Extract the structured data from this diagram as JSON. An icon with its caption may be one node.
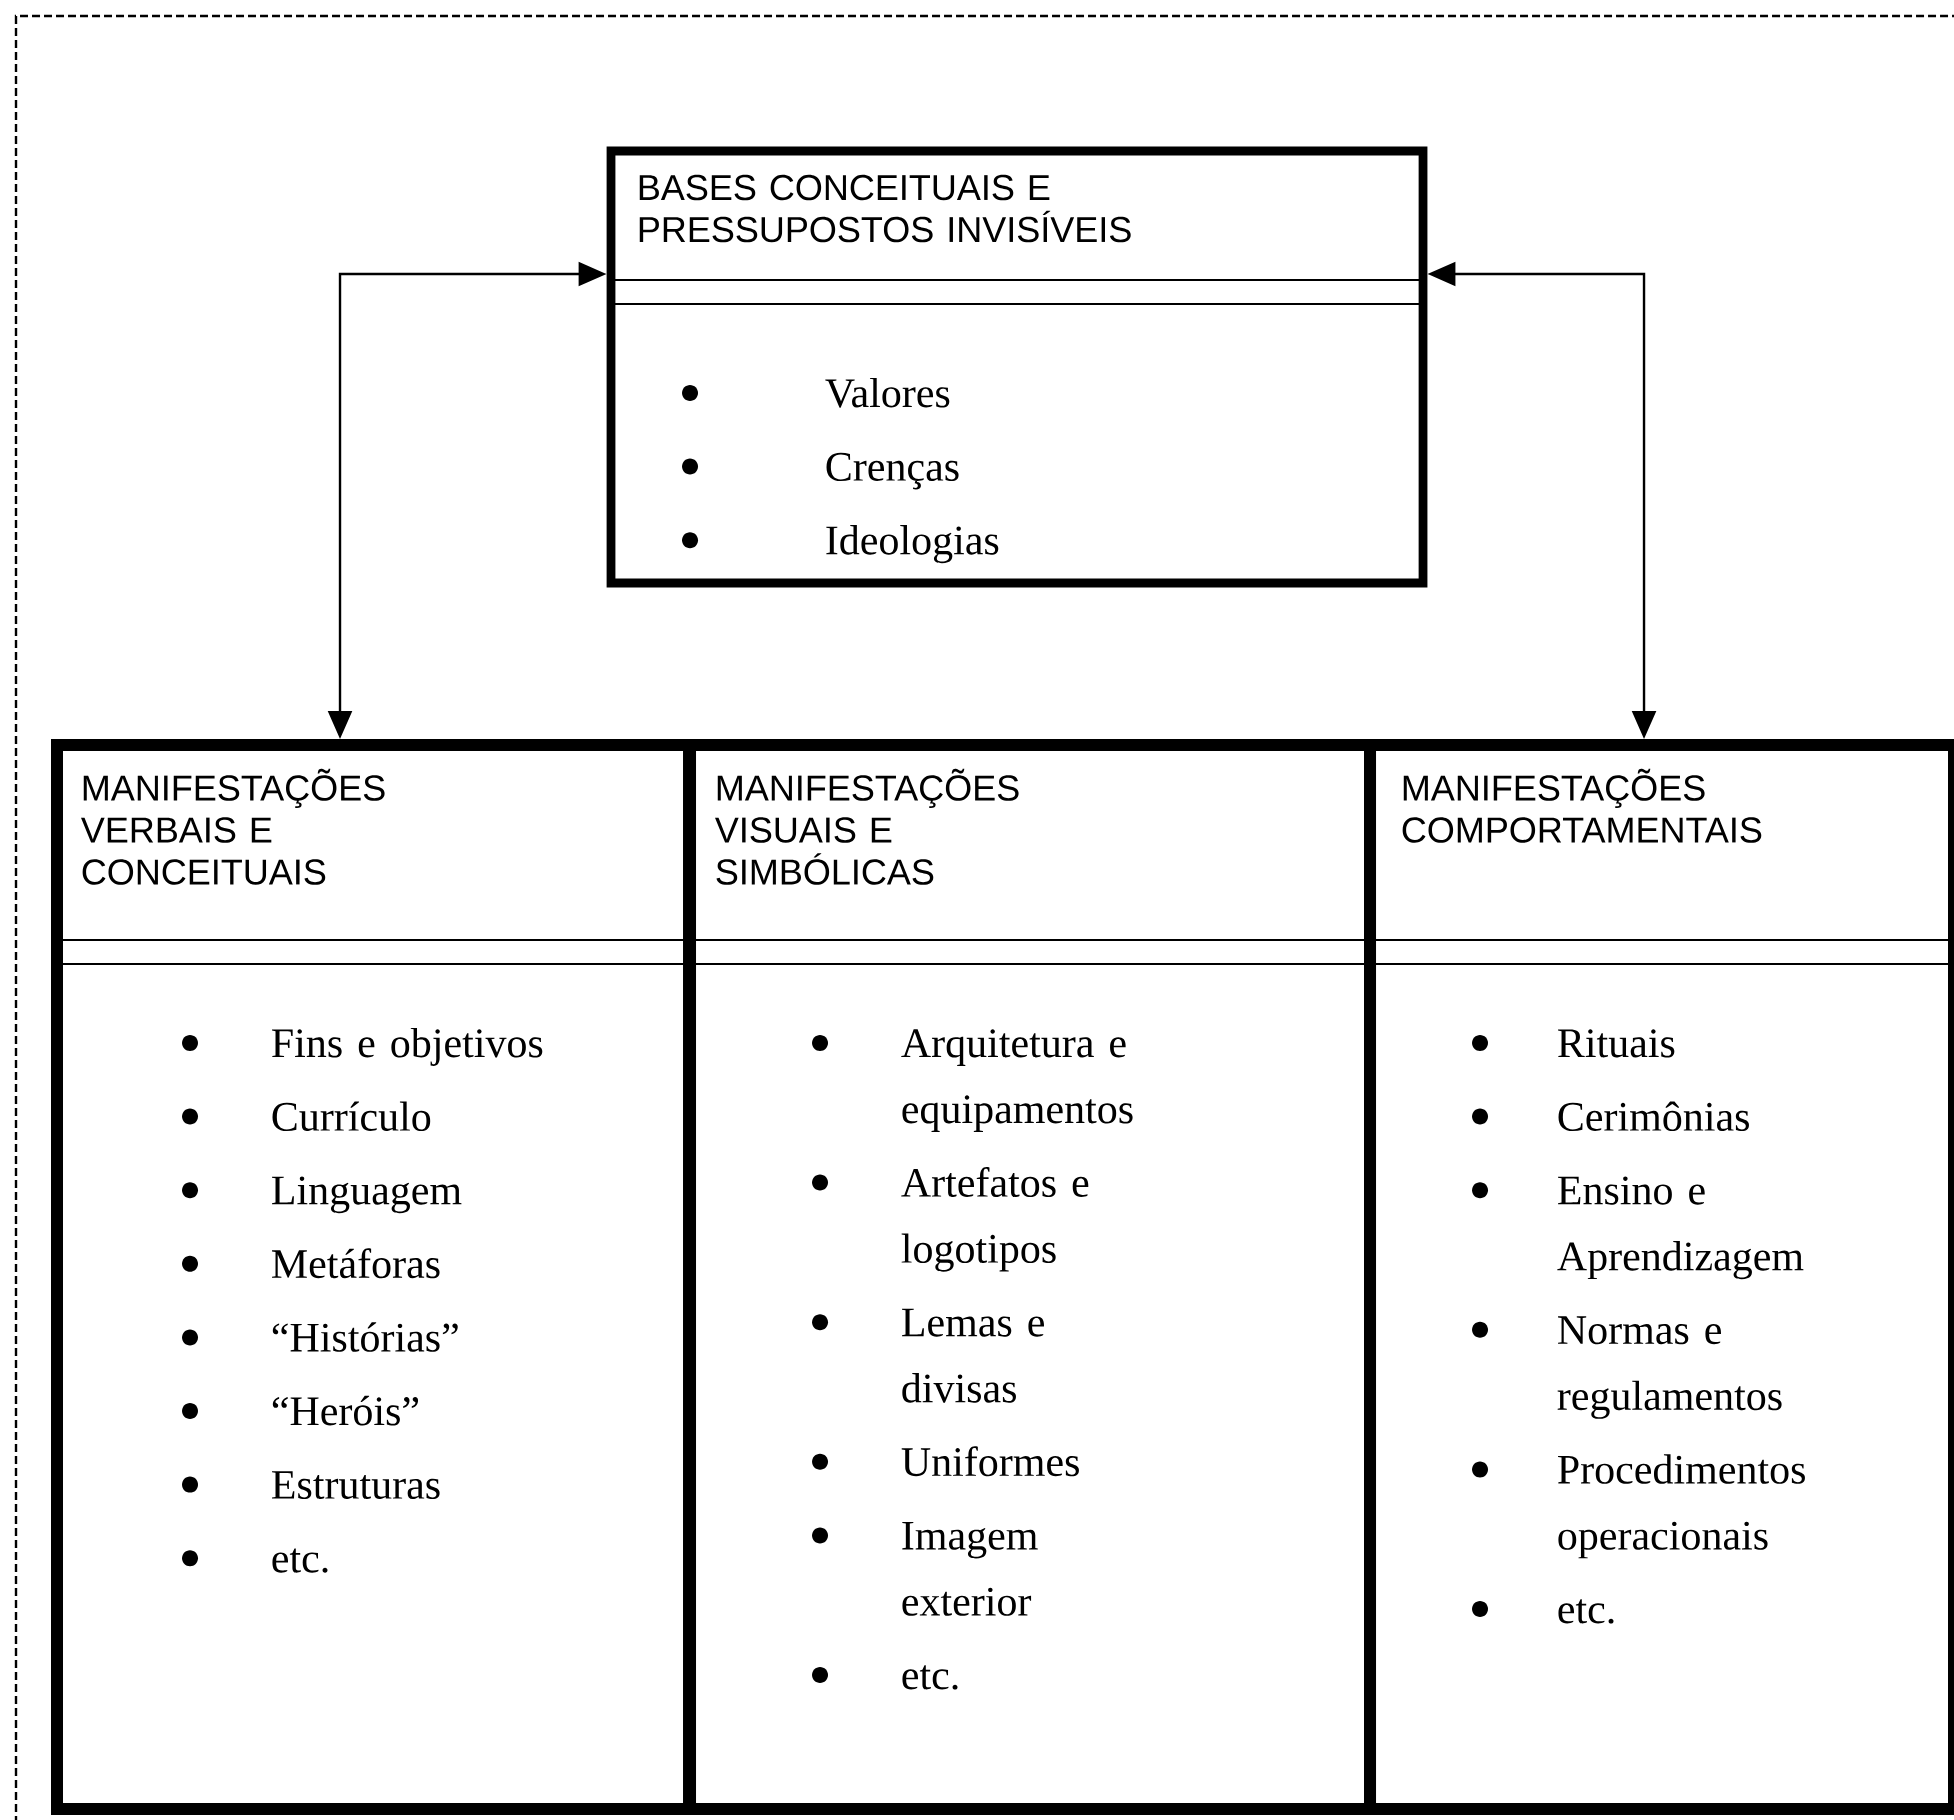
{
  "diagram": {
    "nodes": [
      {
        "text": [
          "BASES CONCEITUAIS E PRESSUPOSTOS INVISÍVEIS",
          "Valores",
          "Crenças",
          "Ideologias"
        ]
      },
      {
        "text": [
          "MANIFESTAÇÕES VERBAIS E CONCEITUAIS",
          "Fins e objetivos",
          "Currículo",
          "Linguagem",
          "Metáforas",
          "“Histórias”",
          "“Heróis”",
          "Estruturas",
          "etc."
        ]
      },
      {
        "text": [
          "MANIFESTAÇÕES VISUAIS E SIMBÓLICAS",
          "Arquitetura e equipamentos",
          "Artefatos e logotipos",
          "Lemas e divisas",
          "Uniformes",
          "Imagem exterior",
          "etc."
        ]
      },
      {
        "text": [
          "MANIFESTAÇÕES COMPORTAMENTAIS",
          "Rituais",
          "Cerimônias",
          "Ensino e Aprendizagem",
          "Normas e regulamentos",
          "Procedimentos operacionais",
          "etc."
        ]
      }
    ],
    "edges": [
      {
        "from": 0,
        "to": 1,
        "arrow": "both"
      },
      {
        "from": 0,
        "to": 3,
        "arrow": "both"
      }
    ]
  }
}
